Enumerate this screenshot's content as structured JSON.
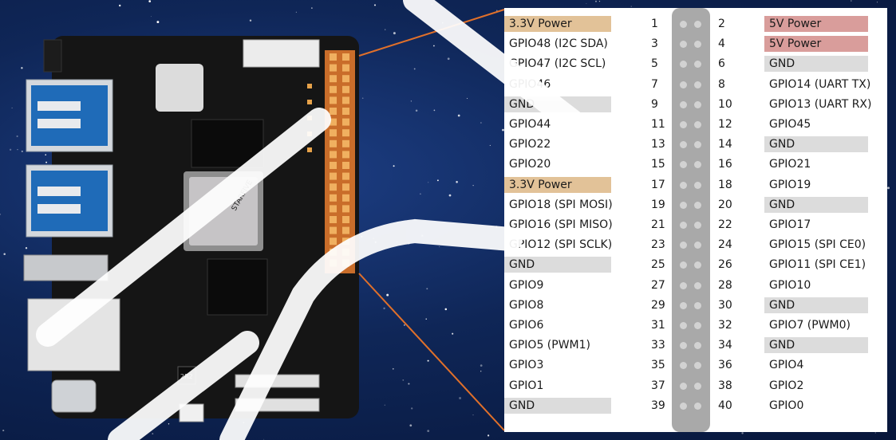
{
  "colors": {
    "gnd": "#dcdcdc",
    "power_3v3": "#e2c298",
    "power_5v": "#d99d9b",
    "connector": "#a9a9a9",
    "callout_line": "#e0702a"
  },
  "pins": [
    {
      "n": 1,
      "label": "3.3V Power",
      "type": "3v3"
    },
    {
      "n": 2,
      "label": "5V Power",
      "type": "5v"
    },
    {
      "n": 3,
      "label": "GPIO48 (I2C SDA)",
      "type": ""
    },
    {
      "n": 4,
      "label": "5V Power",
      "type": "5v"
    },
    {
      "n": 5,
      "label": "GPIO47 (I2C SCL)",
      "type": ""
    },
    {
      "n": 6,
      "label": "GND",
      "type": "gnd"
    },
    {
      "n": 7,
      "label": "GPIO46",
      "type": ""
    },
    {
      "n": 8,
      "label": "GPIO14 (UART TX)",
      "type": ""
    },
    {
      "n": 9,
      "label": "GND",
      "type": "gnd"
    },
    {
      "n": 10,
      "label": "GPIO13 (UART RX)",
      "type": ""
    },
    {
      "n": 11,
      "label": "GPIO44",
      "type": ""
    },
    {
      "n": 12,
      "label": "GPIO45",
      "type": ""
    },
    {
      "n": 13,
      "label": "GPIO22",
      "type": ""
    },
    {
      "n": 14,
      "label": "GND",
      "type": "gnd"
    },
    {
      "n": 15,
      "label": "GPIO20",
      "type": ""
    },
    {
      "n": 16,
      "label": "GPIO21",
      "type": ""
    },
    {
      "n": 17,
      "label": "3.3V Power",
      "type": "3v3"
    },
    {
      "n": 18,
      "label": "GPIO19",
      "type": ""
    },
    {
      "n": 19,
      "label": "GPIO18 (SPI MOSI)",
      "type": ""
    },
    {
      "n": 20,
      "label": "GND",
      "type": "gnd"
    },
    {
      "n": 21,
      "label": "GPIO16 (SPI MISO)",
      "type": ""
    },
    {
      "n": 22,
      "label": "GPIO17",
      "type": ""
    },
    {
      "n": 23,
      "label": "GPIO12 (SPI SCLK)",
      "type": ""
    },
    {
      "n": 24,
      "label": "GPIO15 (SPI CE0)",
      "type": ""
    },
    {
      "n": 25,
      "label": "GND",
      "type": "gnd"
    },
    {
      "n": 26,
      "label": "GPIO11 (SPI CE1)",
      "type": ""
    },
    {
      "n": 27,
      "label": "GPIO9",
      "type": ""
    },
    {
      "n": 28,
      "label": "GPIO10",
      "type": ""
    },
    {
      "n": 29,
      "label": "GPIO8",
      "type": ""
    },
    {
      "n": 30,
      "label": "GND",
      "type": "gnd"
    },
    {
      "n": 31,
      "label": "GPIO6",
      "type": ""
    },
    {
      "n": 32,
      "label": "GPIO7 (PWM0)",
      "type": ""
    },
    {
      "n": 33,
      "label": "GPIO5 (PWM1)",
      "type": ""
    },
    {
      "n": 34,
      "label": "GND",
      "type": "gnd"
    },
    {
      "n": 35,
      "label": "GPIO3",
      "type": ""
    },
    {
      "n": 36,
      "label": "GPIO4",
      "type": ""
    },
    {
      "n": 37,
      "label": "GPIO1",
      "type": ""
    },
    {
      "n": 38,
      "label": "GPIO2",
      "type": ""
    },
    {
      "n": 39,
      "label": "GND",
      "type": "gnd"
    },
    {
      "n": 40,
      "label": "GPIO0",
      "type": ""
    }
  ],
  "board": {
    "chip_marking": "STARFIVE",
    "small_marking": "2R2"
  }
}
